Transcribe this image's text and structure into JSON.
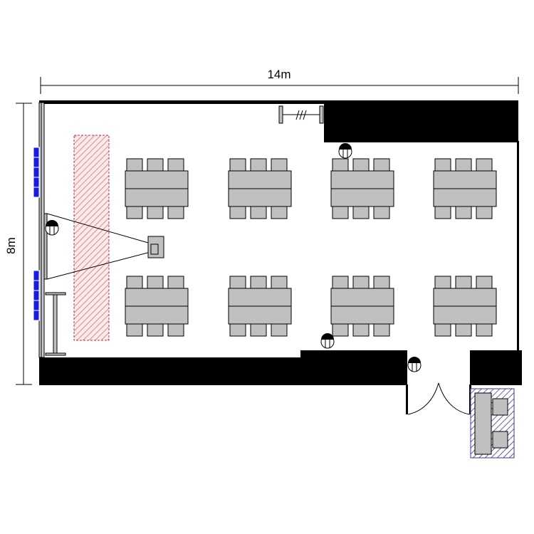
{
  "dimensions": {
    "width_label": "14m",
    "height_label": "8m"
  },
  "layout": {
    "table_rows": 2,
    "table_cols": 4,
    "chairs_per_side": 3
  },
  "colors": {
    "wall": "#000000",
    "furniture": "#c0c0c0",
    "stage_hatch": "#e08080",
    "wall_seats": "#1a1adc",
    "reception_hatch": "#4040a0"
  }
}
